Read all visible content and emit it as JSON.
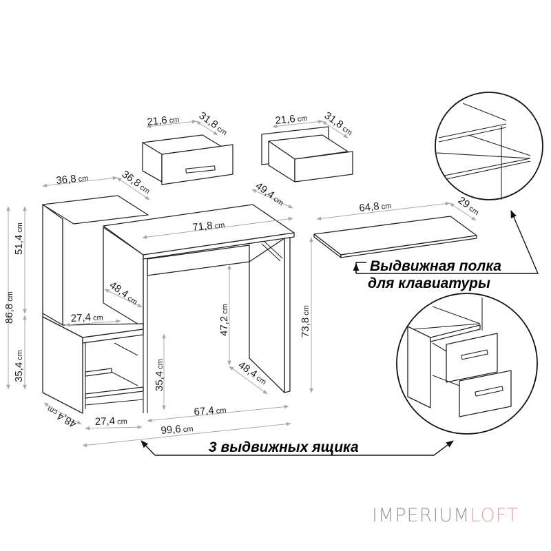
{
  "colors": {
    "line": "#222222",
    "dimension": "#a8a8a8",
    "logo_primary": "#9a9a9a",
    "logo_accent": "#e8a3a3"
  },
  "dimensions": {
    "drawer_top_width": "21,6",
    "drawer_top_depth": "31,8",
    "drawer_mid_width": "21,6",
    "drawer_mid_depth": "31,8",
    "top_shelf_width": "36,8",
    "top_shelf_depth": "36,8",
    "desktop_width": "71,8",
    "desktop_depth": "49,4",
    "tower_upper_height": "51,4",
    "total_height": "86,8",
    "tower_lower_height": "35,4",
    "inner_depth_left": "48,4",
    "niche_width": "27,4",
    "leg_inner_height": "47,2",
    "desk_height": "73,8",
    "drawer_box_height": "35,4",
    "leg_depth": "48,4",
    "base_depth": "48,4",
    "base_cabinet_width": "27,4",
    "knee_space_width": "67,4",
    "total_width": "99,6",
    "keyboard_width": "64,8",
    "keyboard_depth": "29",
    "unit": "cm"
  },
  "callouts": {
    "keyboard_line1": "Выдвижная полка",
    "keyboard_line2": "для клавиатуры",
    "drawers": "3 выдвижных ящика"
  },
  "logo": {
    "part1": "IMPERIUM",
    "part2": "LOFT"
  }
}
